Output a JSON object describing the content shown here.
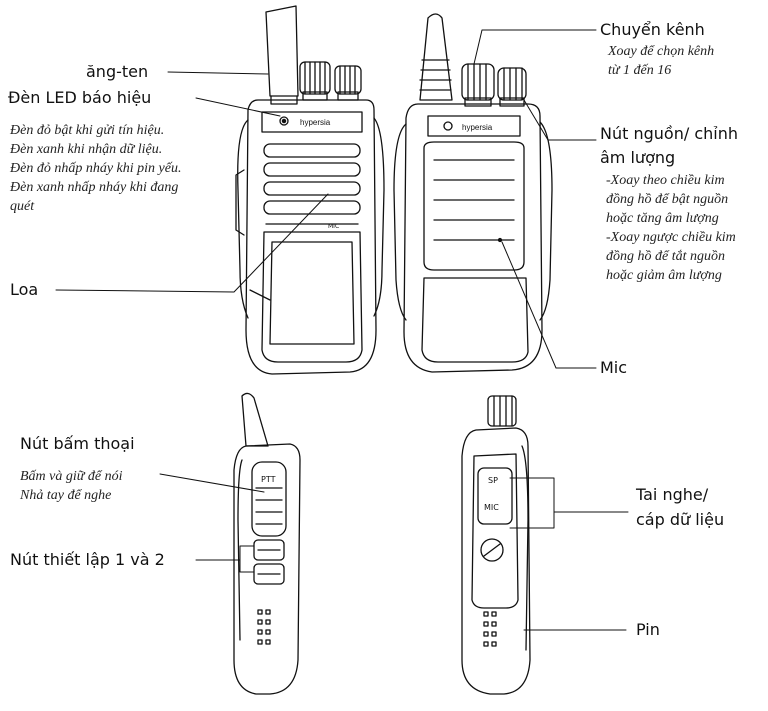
{
  "labels": {
    "antenna": "ăng-ten",
    "led": "Đèn LED báo hiệu",
    "speaker": "Loa",
    "channel": "Chuyển kênh",
    "power": "Nút nguồn/ chỉnh",
    "power_line2": "âm lượng",
    "mic": "Mic",
    "ptt": "Nút bấm thoại",
    "settings": "Nút thiết lập 1 và 2",
    "headset": "Tai nghe/",
    "headset_line2": "cáp dữ liệu",
    "battery": "Pin"
  },
  "notes": {
    "led": [
      "Đèn đỏ bật khi gửi tín hiệu.",
      "Đèn xanh khi nhận dữ liệu.",
      "Đèn đỏ nhấp nháy khi pin yếu.",
      "Đèn xanh nhấp nháy khi đang",
      "quét"
    ],
    "channel": [
      "Xoay để chọn kênh",
      "từ 1 đến 16"
    ],
    "power": [
      "-Xoay theo chiều kim",
      "đồng hồ để bật nguồn",
      "hoặc tăng âm lượng",
      "-Xoay ngược chiều kim",
      "đồng hồ để tắt nguồn",
      "hoặc giảm âm lượng"
    ],
    "ptt": [
      "Bấm và giữ để nói",
      "Nhả tay để nghe"
    ]
  },
  "device": {
    "brand": "hypersia",
    "ptt_key": "PTT",
    "sp_jack": "SP",
    "mic_jack": "MIC",
    "mic_hole": "MIC"
  }
}
